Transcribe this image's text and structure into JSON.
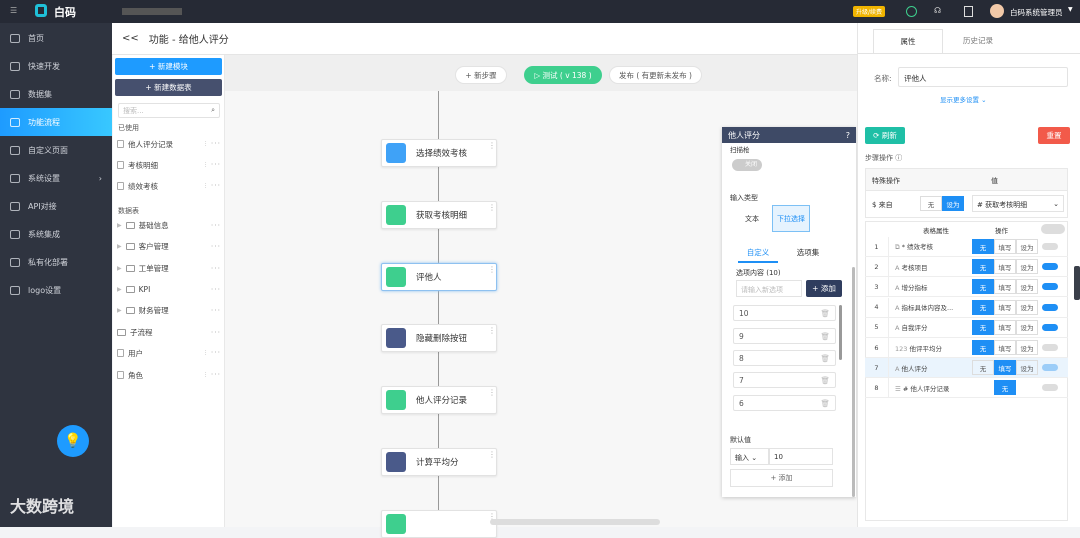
{
  "topbar": {
    "brand": "白码",
    "upgrade": "升级/续费",
    "user": "白码系统管理员"
  },
  "sidebar": {
    "items": [
      {
        "label": "首页"
      },
      {
        "label": "快速开发"
      },
      {
        "label": "数据集"
      },
      {
        "label": "功能流程",
        "active": true
      },
      {
        "label": "自定义页面"
      },
      {
        "label": "系统设置"
      },
      {
        "label": "API对接"
      },
      {
        "label": "系统集成"
      },
      {
        "label": "私有化部署"
      },
      {
        "label": "logo设置"
      }
    ]
  },
  "header": {
    "back": "<<",
    "title": "功能 - 给他人评分"
  },
  "modules": {
    "new_module": "+ 新建模块",
    "new_table": "+ 新建数据表",
    "search_placeholder": "搜索...",
    "used_label": "已使用",
    "used": [
      "他人评分记录",
      "考核明细",
      "绩效考核"
    ],
    "tables_label": "数据表",
    "folders": [
      "基础信息",
      "客户管理",
      "工单管理",
      "KPI",
      "财务管理"
    ],
    "subflow": "子流程",
    "others": [
      "用户",
      "角色"
    ]
  },
  "canvas": {
    "new_step": "+ 新步骤",
    "test": "▷ 测试 ( v 138 )",
    "publish": "发布 ( 有更新未发布 )",
    "nodes": [
      {
        "label": "选择绩效考核",
        "color": "#3fa2f7"
      },
      {
        "label": "获取考核明细",
        "color": "#3ecf8e"
      },
      {
        "label": "评他人",
        "color": "#3ecf8e",
        "selected": true
      },
      {
        "label": "隐藏删除按钮",
        "color": "#4a5a8a"
      },
      {
        "label": "他人评分记录",
        "color": "#3ecf8e"
      },
      {
        "label": "计算平均分",
        "color": "#4a5a8a"
      },
      {
        "label": "",
        "color": "#3ecf8e"
      }
    ]
  },
  "popup": {
    "title": "他人评分",
    "switch_label": "扫描枪",
    "switch_state": "关闭",
    "input_type_label": "输入类型",
    "type_text": "文本",
    "type_select": "下拉选择",
    "tab_custom": "自定义",
    "tab_set": "选项集",
    "options_label": "选项内容 (10)",
    "new_option_placeholder": "请输入新选项",
    "add": "+ 添加",
    "options": [
      "10",
      "9",
      "8",
      "7",
      "6"
    ],
    "default_label": "默认值",
    "default_mode": "输入",
    "default_value": "10",
    "add2": "+ 添加"
  },
  "right": {
    "tab_props": "属性",
    "tab_history": "历史记录",
    "name_label": "名称:",
    "name_value": "评他人",
    "more": "显示更多设置 ⌄",
    "refresh": "刷新",
    "reset": "重置",
    "step_ops": "步骤操作",
    "special_op": "特殊操作",
    "value": "值",
    "from": "$ 来自",
    "none": "无",
    "set": "设为",
    "from_value": "# 获取考核明细",
    "col_attr": "表格属性",
    "col_op": "操作",
    "fill": "填写",
    "rows": [
      {
        "n": "1",
        "icon": "⧉",
        "name": "* 绩效考核",
        "mode": "无",
        "toggle": "off"
      },
      {
        "n": "2",
        "icon": "A",
        "name": "考核项目",
        "mode": "无",
        "toggle": "on"
      },
      {
        "n": "3",
        "icon": "A",
        "name": "增分指标",
        "mode": "无",
        "toggle": "on"
      },
      {
        "n": "4",
        "icon": "A",
        "name": "指标具体内容及...",
        "mode": "无",
        "toggle": "on"
      },
      {
        "n": "5",
        "icon": "A",
        "name": "自我评分",
        "mode": "无",
        "toggle": "on"
      },
      {
        "n": "6",
        "icon": "123",
        "name": "他评平均分",
        "mode": "无",
        "toggle": "off"
      },
      {
        "n": "7",
        "icon": "A",
        "name": "他人评分",
        "mode": "填写",
        "toggle": "lite"
      },
      {
        "n": "8",
        "icon": "☰",
        "name": "# 他人评分记录",
        "mode": "无",
        "toggle": "off"
      }
    ]
  },
  "watermark": "大数跨境"
}
